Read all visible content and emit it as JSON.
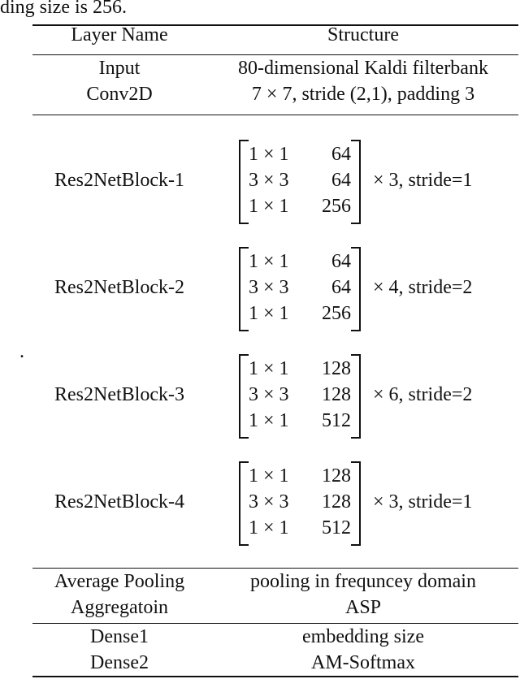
{
  "caption_tail": "ding size is 256.",
  "stray_mark": ".",
  "headers": {
    "layer": "Layer Name",
    "structure": "Structure"
  },
  "top_rows": [
    {
      "layer": "Input",
      "structure": "80-dimensional Kaldi filterbank"
    },
    {
      "layer": "Conv2D",
      "structure": "7 × 7, stride (2,1), padding 3"
    }
  ],
  "blocks": [
    {
      "name": "Res2NetBlock-1",
      "rows": [
        [
          "1 × 1",
          "64"
        ],
        [
          "3 × 3",
          "64"
        ],
        [
          "1 × 1",
          "256"
        ]
      ],
      "suffix": "× 3, stride=1"
    },
    {
      "name": "Res2NetBlock-2",
      "rows": [
        [
          "1 × 1",
          "64"
        ],
        [
          "3 × 3",
          "64"
        ],
        [
          "1 × 1",
          "256"
        ]
      ],
      "suffix": "× 4, stride=2"
    },
    {
      "name": "Res2NetBlock-3",
      "rows": [
        [
          "1 × 1",
          "128"
        ],
        [
          "3 × 3",
          "128"
        ],
        [
          "1 × 1",
          "512"
        ]
      ],
      "suffix": "× 6, stride=2"
    },
    {
      "name": "Res2NetBlock-4",
      "rows": [
        [
          "1 × 1",
          "128"
        ],
        [
          "3 × 3",
          "128"
        ],
        [
          "1 × 1",
          "512"
        ]
      ],
      "suffix": "× 3, stride=1"
    }
  ],
  "pooling_rows": [
    {
      "layer": "Average Pooling",
      "structure": "pooling in frequncey domain"
    },
    {
      "layer": "Aggregatoin",
      "structure": "ASP"
    }
  ],
  "dense_rows": [
    {
      "layer": "Dense1",
      "structure": "embedding size"
    },
    {
      "layer": "Dense2",
      "structure": "AM-Softmax"
    }
  ]
}
